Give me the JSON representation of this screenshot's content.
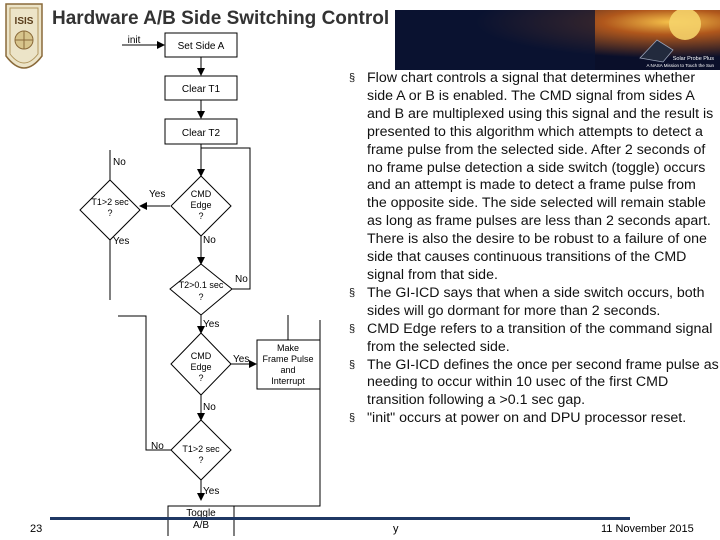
{
  "title": "Hardware A/B Side Switching Control Flow",
  "logo": {
    "text": "ISIS",
    "icon": "isis-shield-logo"
  },
  "banner": {
    "line1": "Solar Probe Plus",
    "line2": "A NASA Mission to Touch the Sun",
    "icon": "solar-probe-banner"
  },
  "flow": {
    "init": "init",
    "set_side_a": "Set Side A",
    "clear_t1": "Clear T1",
    "clear_t2": "Clear T2",
    "d1": [
      "T1>2 sec",
      "?"
    ],
    "d2": [
      "CMD",
      "Edge",
      "?"
    ],
    "d3": [
      "T2>0.1 sec",
      "?"
    ],
    "d4": [
      "CMD",
      "Edge",
      "?"
    ],
    "d5": [
      "T1>2 sec",
      "?"
    ],
    "make_pulse": [
      "Make",
      "Frame Pulse",
      "and",
      "Interrupt"
    ],
    "toggle": [
      "Toggle",
      "A/B"
    ],
    "yes": "Yes",
    "no": "No"
  },
  "bullets": [
    "Flow chart controls a signal that determines whether side A or B is enabled. The CMD signal from sides A and B are multiplexed using this signal and the result is presented to this algorithm which attempts to detect a frame pulse from the selected side. After 2 seconds of no frame pulse detection a side switch (toggle) occurs and an attempt is made to detect a frame pulse from the opposite side. The side selected will remain stable as long as frame pulses are less than 2 seconds apart. There is also the desire to be robust to a failure of one side that causes continuous transitions of the CMD signal from that side.",
    "The GI-ICD says that when a side switch occurs, both sides will go dormant for more than 2 seconds.",
    "CMD Edge refers to a transition of the command signal from the selected side.",
    "The GI-ICD defines the once per second frame pulse as needing to occur within 10 usec of the first CMD transition following a >0.1 sec gap.",
    "\"init\" occurs at power on and DPU processor reset."
  ],
  "footer": {
    "page": "23",
    "fragment": "y",
    "date": "11 November 2015"
  }
}
